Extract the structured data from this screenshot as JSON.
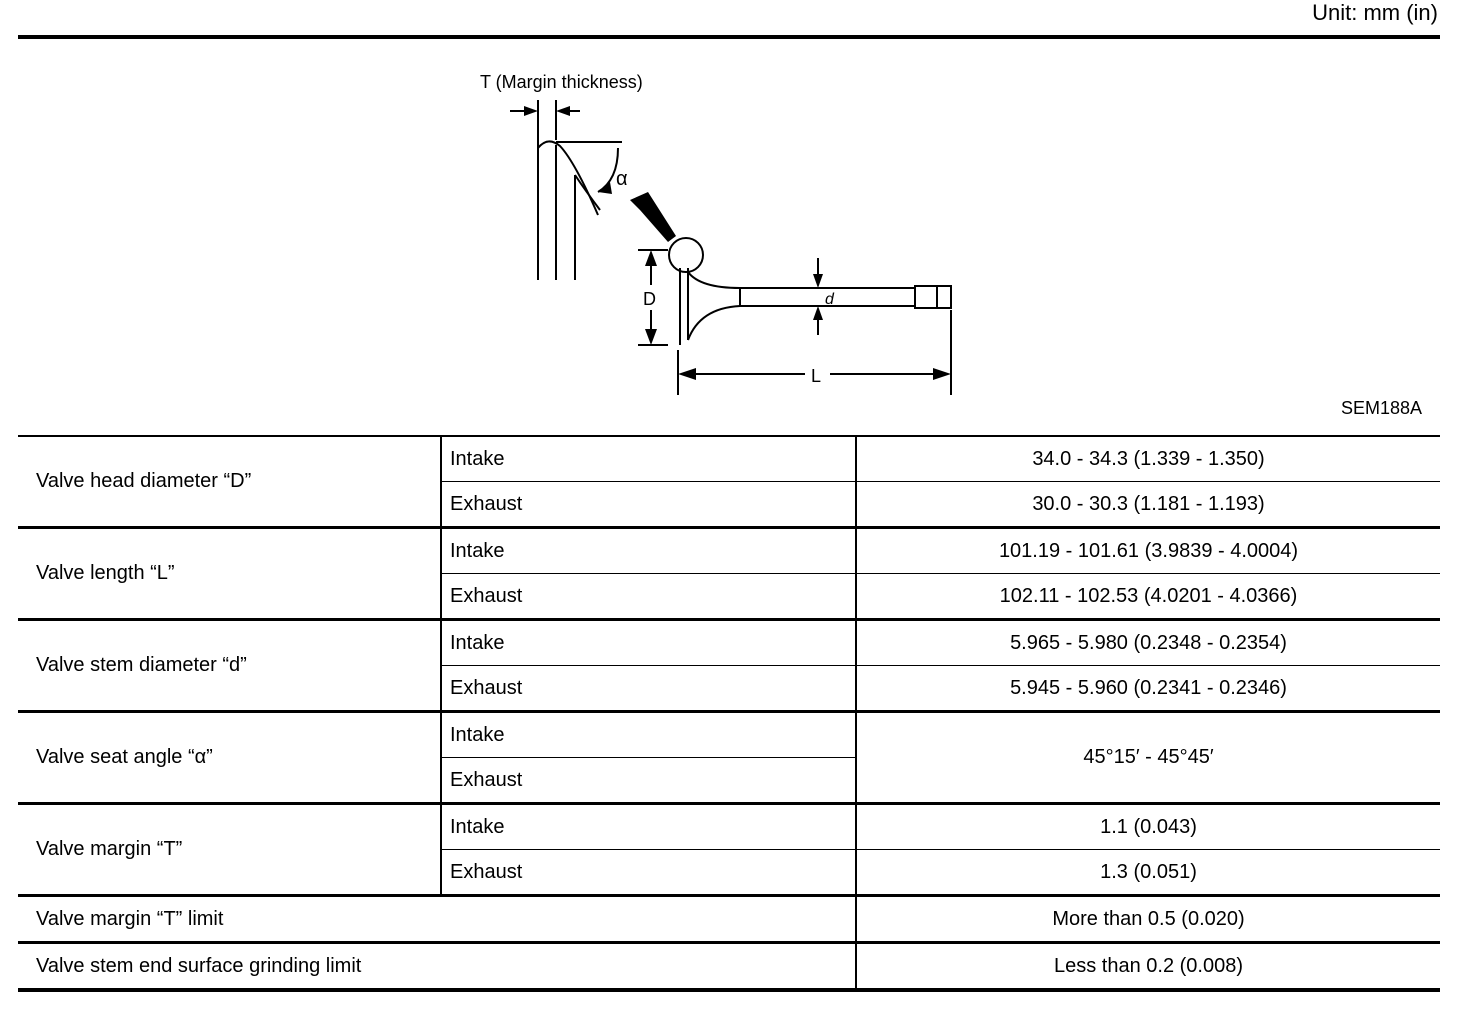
{
  "unit_label": "Unit: mm (in)",
  "diagram": {
    "margin_label": "T (Margin thickness)",
    "alpha_label": "α",
    "d_upper_label": "D",
    "d_lower_label": "d",
    "l_label": "L",
    "figure_code": "SEM188A"
  },
  "rows": [
    {
      "item": "Valve head diameter “D”",
      "sub": [
        "Intake",
        "Exhaust"
      ],
      "values": [
        "34.0 - 34.3 (1.339 - 1.350)",
        "30.0 - 30.3 (1.181 - 1.193)"
      ]
    },
    {
      "item": "Valve length “L”",
      "sub": [
        "Intake",
        "Exhaust"
      ],
      "values": [
        "101.19 - 101.61 (3.9839 - 4.0004)",
        "102.11 - 102.53 (4.0201 - 4.0366)"
      ]
    },
    {
      "item": "Valve stem diameter “d”",
      "sub": [
        "Intake",
        "Exhaust"
      ],
      "values": [
        "5.965 - 5.980 (0.2348 - 0.2354)",
        "5.945 - 5.960 (0.2341 - 0.2346)"
      ]
    },
    {
      "item": "Valve seat angle “α”",
      "sub": [
        "Intake",
        "Exhaust"
      ],
      "values": [
        "45°15′ - 45°45′"
      ]
    },
    {
      "item": "Valve margin “T”",
      "sub": [
        "Intake",
        "Exhaust"
      ],
      "values": [
        "1.1 (0.043)",
        "1.3 (0.051)"
      ]
    },
    {
      "item": "Valve margin “T” limit",
      "values": [
        "More than 0.5 (0.020)"
      ]
    },
    {
      "item": "Valve stem end surface grinding limit",
      "values": [
        "Less than 0.2 (0.008)"
      ]
    }
  ]
}
